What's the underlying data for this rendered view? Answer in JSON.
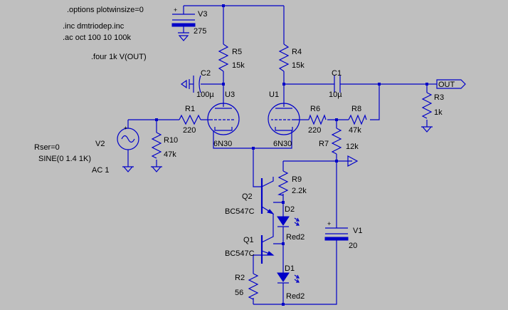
{
  "directives": {
    "options": ".options plotwinsize=0",
    "inc": ".inc dmtriodep.inc",
    "ac": ".ac oct 100 10 100k",
    "four": ".four 1k V(OUT)"
  },
  "components": {
    "v3": {
      "name": "V3",
      "value": "275"
    },
    "r5": {
      "name": "R5",
      "value": "15k"
    },
    "r4": {
      "name": "R4",
      "value": "15k"
    },
    "c2": {
      "name": "C2",
      "value": "100µ"
    },
    "c1": {
      "name": "C1",
      "value": "10µ"
    },
    "u3": {
      "name": "U3",
      "model": "6N30"
    },
    "u1": {
      "name": "U1",
      "model": "6N30"
    },
    "r1": {
      "name": "R1",
      "value": "220"
    },
    "r6": {
      "name": "R6",
      "value": "220"
    },
    "r8": {
      "name": "R8",
      "value": "47k"
    },
    "r3": {
      "name": "R3",
      "value": "1k"
    },
    "r10": {
      "name": "R10",
      "value": "47k"
    },
    "r7": {
      "name": "R7",
      "value": "12k"
    },
    "r9": {
      "name": "R9",
      "value": "2.2k"
    },
    "v2": {
      "name": "V2",
      "rser": "Rser=0",
      "sine": "SINE(0 1.4 1K)",
      "ac": "AC 1"
    },
    "q2": {
      "name": "Q2",
      "model": "BC547C"
    },
    "q1": {
      "name": "Q1",
      "model": "BC547C"
    },
    "d2": {
      "name": "D2",
      "model": "Red2"
    },
    "d1": {
      "name": "D1",
      "model": "Red2"
    },
    "v1": {
      "name": "V1",
      "value": "20"
    },
    "r2": {
      "name": "R2",
      "value": "56"
    }
  },
  "net_labels": {
    "out": "OUT"
  },
  "colors": {
    "background": "#bfbfbf",
    "wire": "#0000c8",
    "text": "#000000"
  }
}
